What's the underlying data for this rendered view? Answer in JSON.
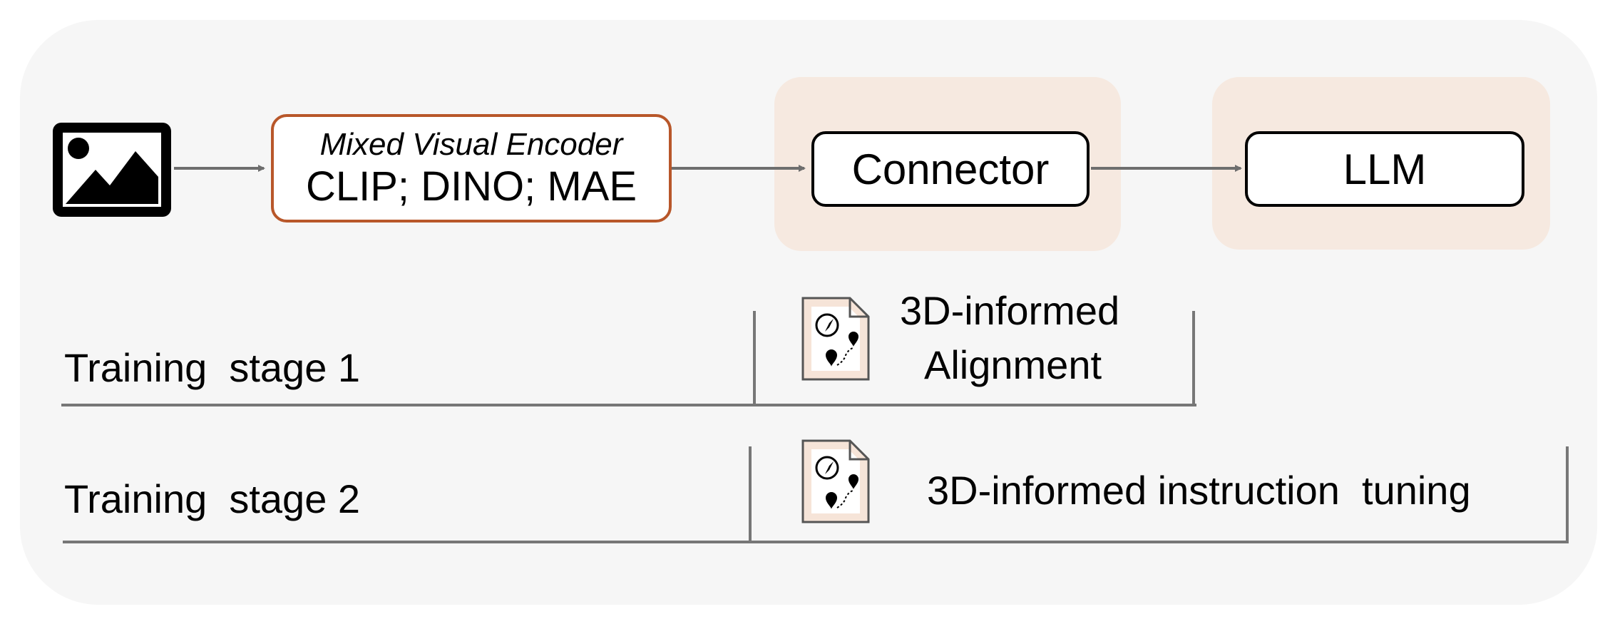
{
  "encoder": {
    "title": "Mixed Visual Encoder",
    "models": "CLIP; DINO; MAE"
  },
  "connector": {
    "label": "Connector"
  },
  "llm": {
    "label": "LLM"
  },
  "stages": [
    {
      "label": "Training  stage 1",
      "description_line1": "3D-informed",
      "description_line2": "Alignment"
    },
    {
      "label": "Training  stage 2",
      "description": "3D-informed instruction  tuning"
    }
  ],
  "colors": {
    "encoder_border": "#b8572a",
    "trainable_highlight": "#f6e9e0",
    "panel": "#f6f6f6",
    "lines": "#777777"
  },
  "icons": [
    "image-icon",
    "document-map-icon",
    "compass-icon",
    "location-pin-icon"
  ]
}
